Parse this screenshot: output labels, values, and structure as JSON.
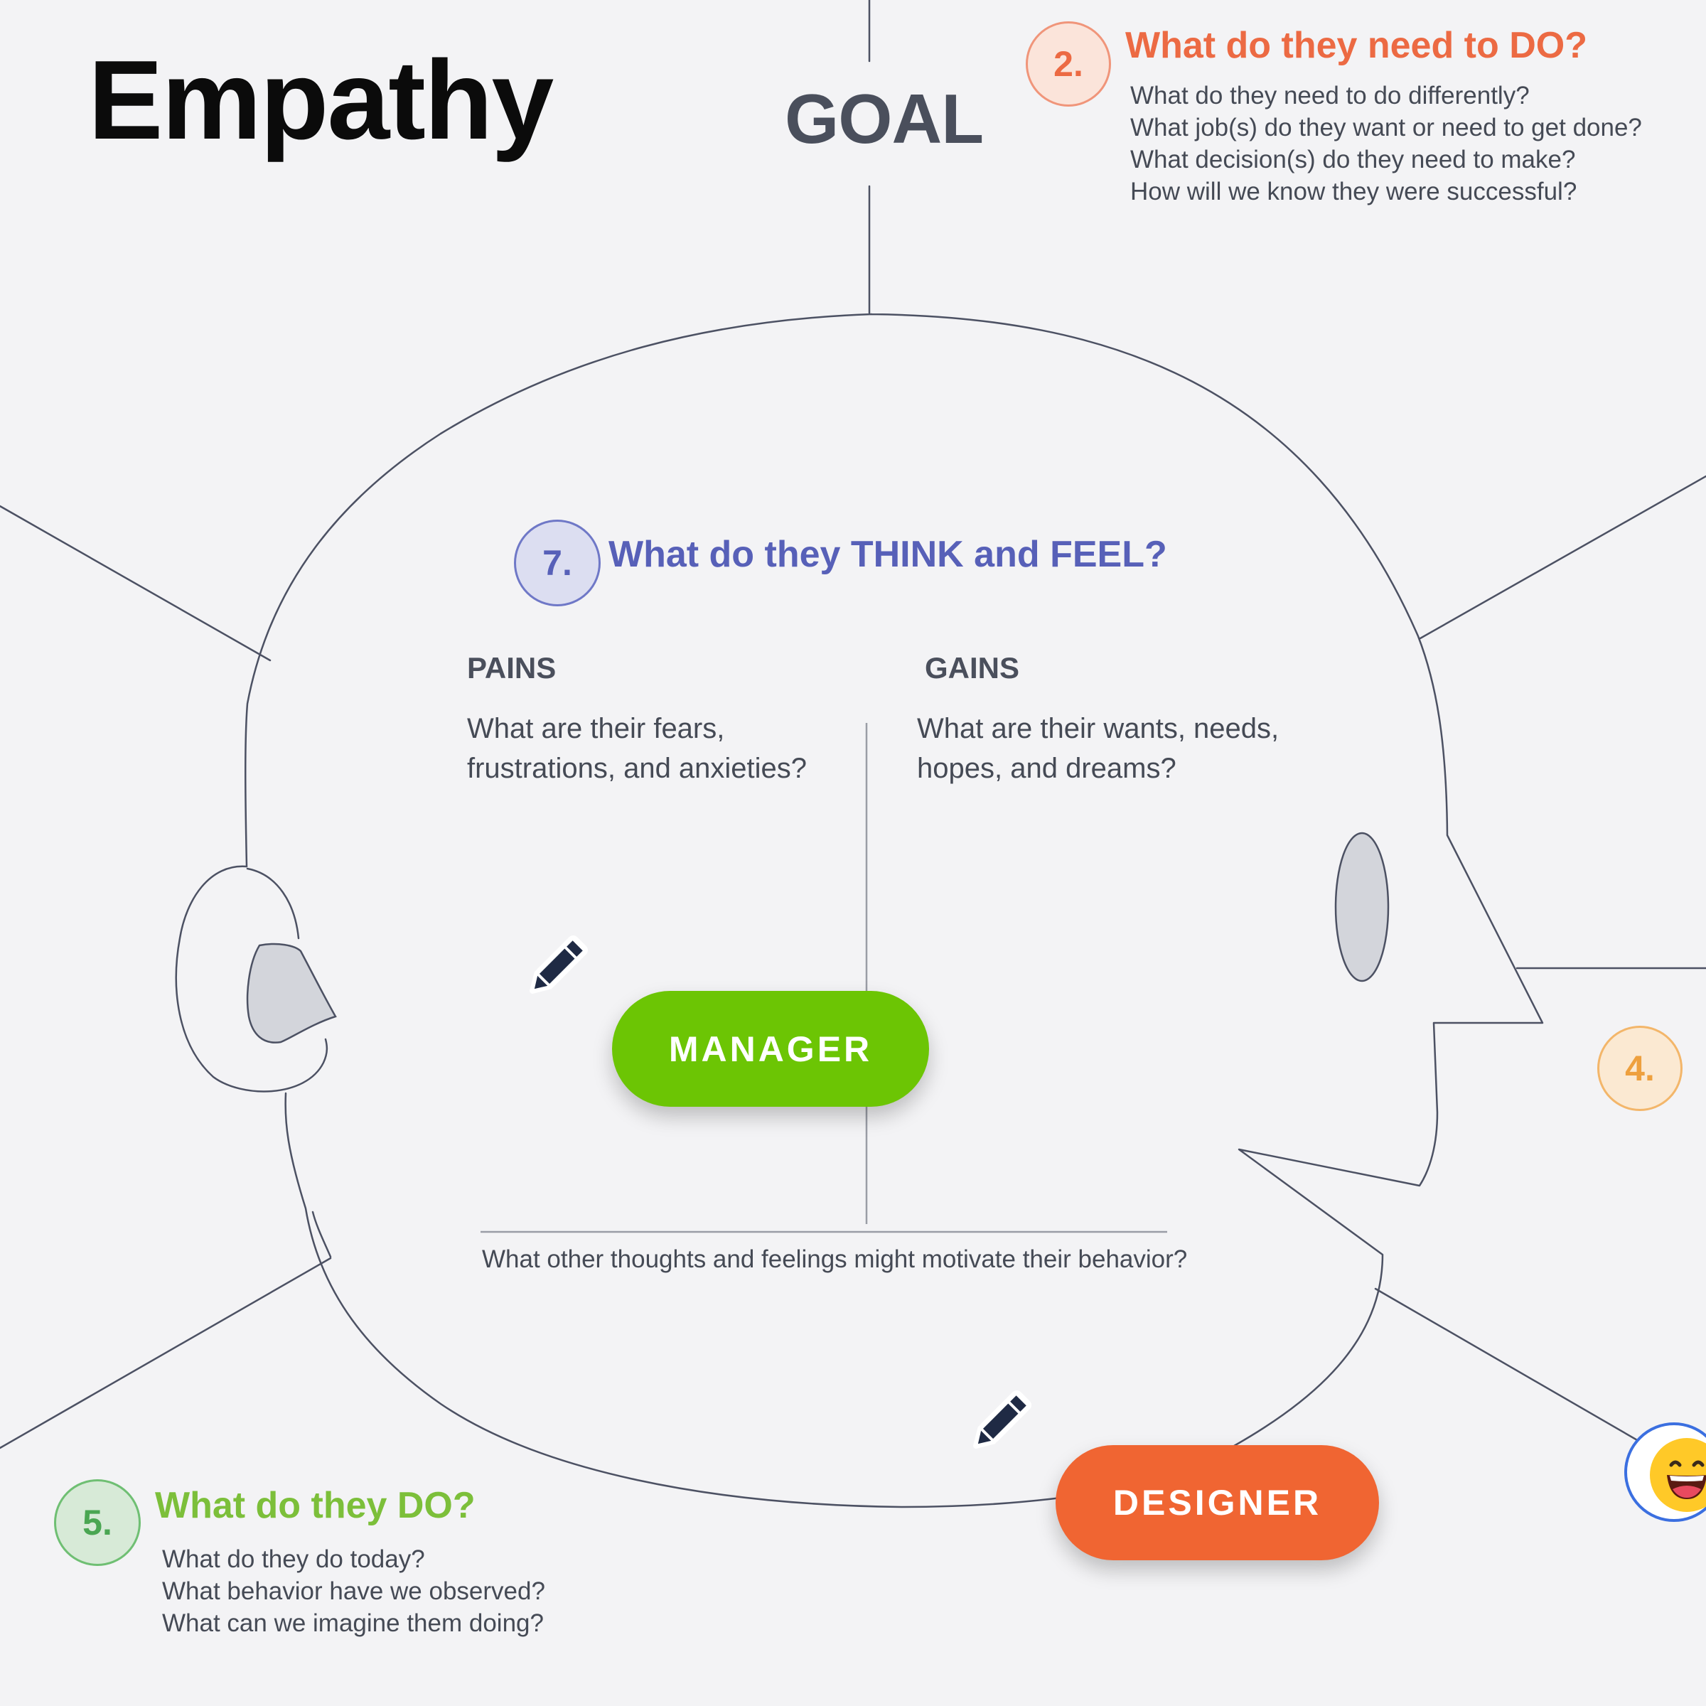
{
  "title": "Empathy",
  "goal_label": "GOAL",
  "sections": {
    "do_need": {
      "number": "2.",
      "heading": "What do they need to DO?",
      "questions": [
        "What do they need to do differently?",
        "What job(s) do they want or need to get done?",
        "What decision(s) do they need to make?",
        "How will we know they were successful?"
      ],
      "color": "#ec6a43"
    },
    "think_feel": {
      "number": "7.",
      "heading": "What do they THINK and FEEL?",
      "color": "#5760b8",
      "pains": {
        "label": "PAINS",
        "lines": [
          "What are their fears,",
          "frustrations, and anxieties?"
        ]
      },
      "gains": {
        "label": "GAINS",
        "lines": [
          "What are their wants, needs,",
          "hopes, and dreams?"
        ]
      },
      "other": "What other thoughts and feelings might motivate their behavior?"
    },
    "section_4": {
      "number": "4.",
      "color": "#eea03e"
    },
    "do_today": {
      "number": "5.",
      "heading": "What do they DO?",
      "questions": [
        "What do they do today?",
        "What behavior have we observed?",
        "What can we imagine them doing?"
      ],
      "color": "#7cbf3a"
    }
  },
  "cursors": {
    "manager": {
      "label": "MANAGER",
      "color": "#6cc504",
      "icon": "pencil-icon"
    },
    "designer": {
      "label": "DESIGNER",
      "color": "#f06532",
      "icon": "pencil-icon"
    }
  },
  "reaction": {
    "icon": "laughing-emoji-icon"
  }
}
